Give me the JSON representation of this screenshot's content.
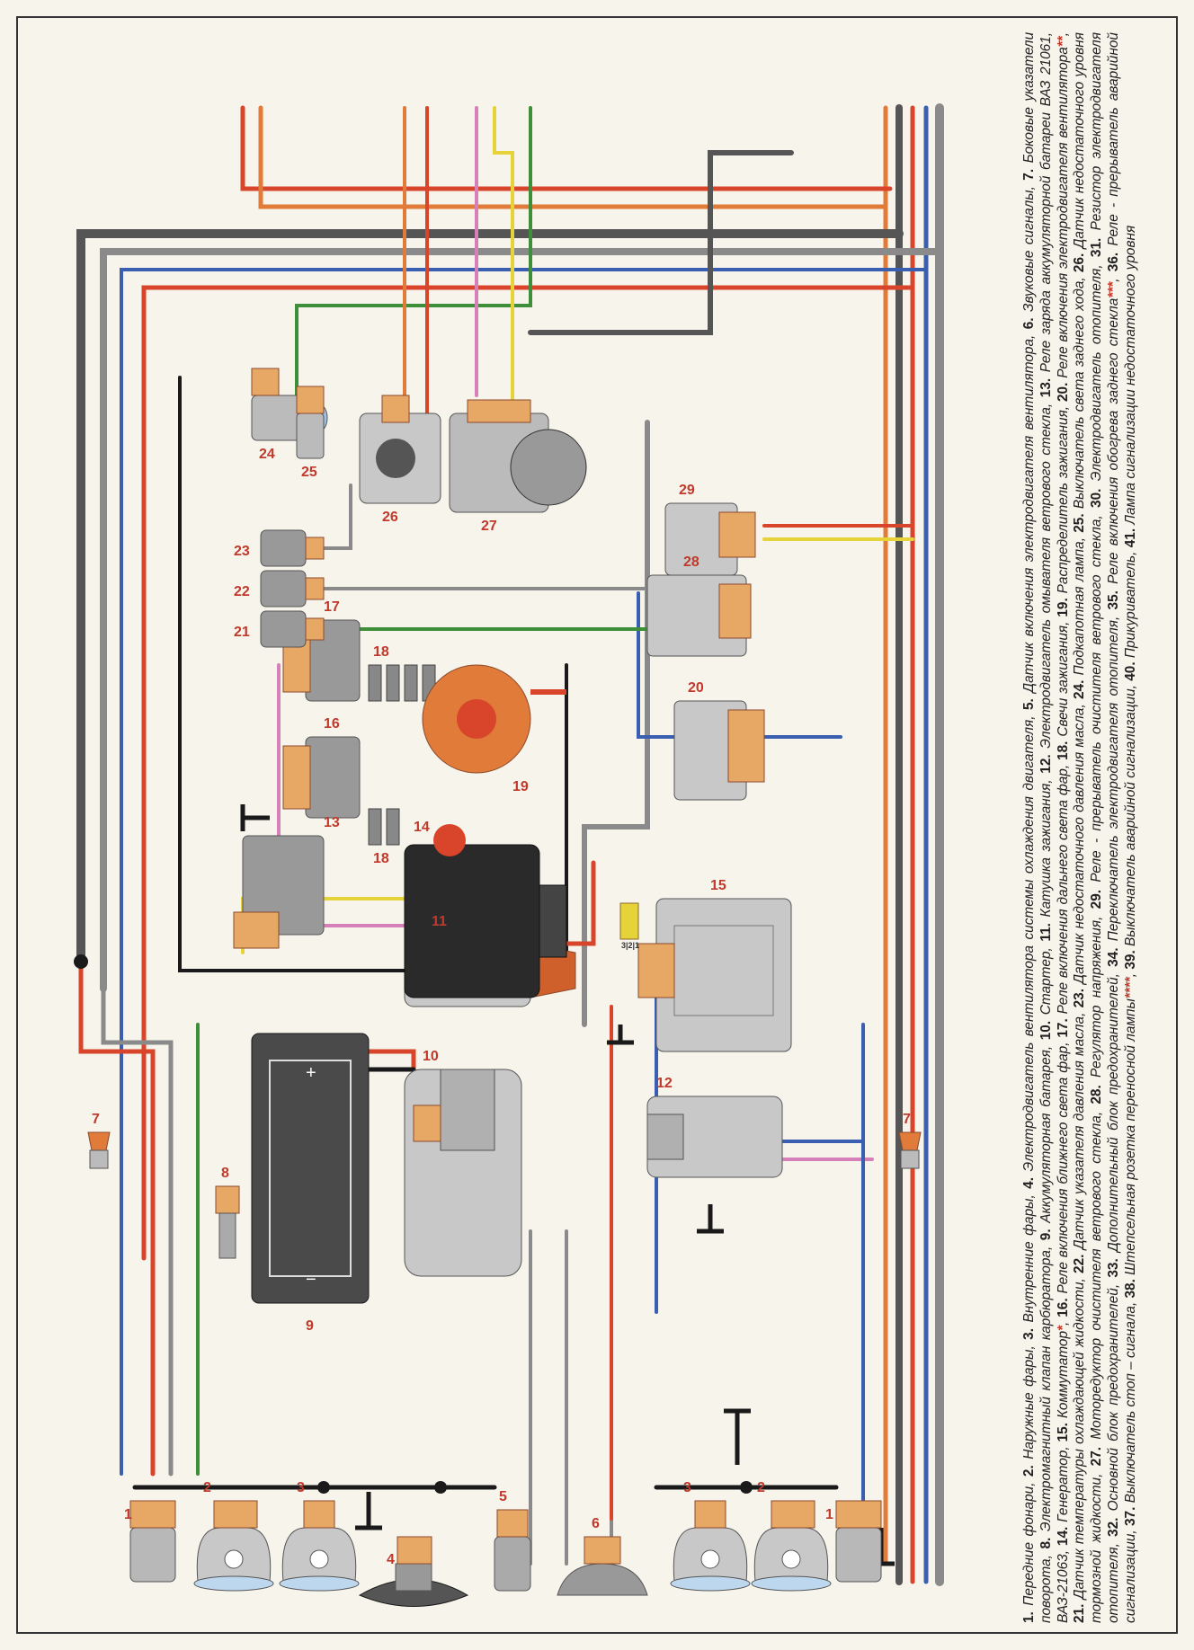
{
  "labels": {
    "c1a": "1",
    "c1b": "1",
    "c2a": "2",
    "c2b": "2",
    "c3a": "3",
    "c3b": "3",
    "c4": "4",
    "c5": "5",
    "c6": "6",
    "c7a": "7",
    "c7b": "7",
    "c8": "8",
    "c9": "9",
    "c10": "10",
    "c11": "11",
    "c12": "12",
    "c13": "13",
    "c14": "14",
    "c15": "15",
    "c16": "16",
    "c17": "17",
    "c18a": "18",
    "c18b": "18",
    "c19": "19",
    "c20": "20",
    "c21": "21",
    "c22": "22",
    "c23": "23",
    "c24": "24",
    "c25": "25",
    "c26": "26",
    "c27": "27",
    "c28": "28",
    "c29": "29",
    "conn321": "3|2|1"
  },
  "legend": [
    {
      "num": "1.",
      "text": "Передние фонари,"
    },
    {
      "num": "2.",
      "text": "Наружные фары,"
    },
    {
      "num": "3.",
      "text": "Внутренние фары,"
    },
    {
      "num": "4.",
      "text": "Электродвигатель вентилятора системы охлаждения двигателя,"
    },
    {
      "num": "5.",
      "text": "Датчик включения электродвигателя вентилятора,"
    },
    {
      "num": "6.",
      "text": "Звуковые сигналы,"
    },
    {
      "num": "7.",
      "text": "Боковые указатели поворота,"
    },
    {
      "num": "8.",
      "text": "Электромагнитный клапан карбюратора,"
    },
    {
      "num": "9.",
      "text": "Аккумуляторная батарея,"
    },
    {
      "num": "10.",
      "text": "Стартер,"
    },
    {
      "num": "11.",
      "text": "Катушка зажигания,"
    },
    {
      "num": "12.",
      "text": "Электродвигатель омывателя ветрового стекла,"
    },
    {
      "num": "13.",
      "text": "Реле заряда аккумуляторной батареи ВАЗ 21061, ВАЗ-21063,"
    },
    {
      "num": "14.",
      "text": "Генератор,"
    },
    {
      "num": "15.",
      "text": "Коммутатор",
      "ast": "*",
      "after": ","
    },
    {
      "num": "16.",
      "text": "Реле включения ближнего света фар,"
    },
    {
      "num": "17.",
      "text": "Реле включения дальнего света фар,"
    },
    {
      "num": "18.",
      "text": "Свечи зажигания,"
    },
    {
      "num": "19.",
      "text": "Распределитель зажигания,"
    },
    {
      "num": "20.",
      "text": "Реле включения электродвигателя вентилятора",
      "ast": "**",
      "after": ","
    },
    {
      "num": "21.",
      "text": "Датчик температуры охлаждающей жидкости,"
    },
    {
      "num": "22.",
      "text": "Датчик указателя давления масла,"
    },
    {
      "num": "23.",
      "text": "Датчик недостаточного давления масла,"
    },
    {
      "num": "24.",
      "text": "Подкапотная лампа,"
    },
    {
      "num": "25.",
      "text": "Выключатель света заднего хода,"
    },
    {
      "num": "26.",
      "text": "Датчик недостаточного уровня тормозной жидкости,"
    },
    {
      "num": "27.",
      "text": "Моторедуктор очистителя ветрового стекла,"
    },
    {
      "num": "28.",
      "text": "Регулятор напряжения,"
    },
    {
      "num": "29.",
      "text": "Реле - прерыватель очистителя ветрового стекла,"
    },
    {
      "num": "30.",
      "text": "Электродвигатель отопителя,"
    },
    {
      "num": "31.",
      "text": "Резистор электродвигателя отопителя,"
    },
    {
      "num": "32.",
      "text": "Основной блок предохранителей,"
    },
    {
      "num": "33.",
      "text": "Дополнительный блок предохранителей,"
    },
    {
      "num": "34.",
      "text": "Переключатель электродвигателя отопителя,"
    },
    {
      "num": "35.",
      "text": "Реле включения обогрева заднего стекла",
      "ast": "***",
      "after": ","
    },
    {
      "num": "36.",
      "text": "Реле - прерыватель аварийной сигнализации,"
    },
    {
      "num": "37.",
      "text": "Выключатель стоп – сигнала,"
    },
    {
      "num": "38.",
      "text": "Штепсельная розетка переносной лампы",
      "ast": "****",
      "after": ","
    },
    {
      "num": "39.",
      "text": "Выключатель аварийной сигнализации,"
    },
    {
      "num": "40.",
      "text": "Прикуриватель,"
    },
    {
      "num": "41.",
      "text": "Лампа сигнализации недостаточного уровня"
    }
  ],
  "colors": {
    "red": "#d9452b",
    "orange": "#e07b3a",
    "gray": "#8a8a8a",
    "darkgray": "#555555",
    "black": "#1a1a1a",
    "blue": "#3a5fb0",
    "green": "#3f8f3a",
    "yellow": "#e6d33a",
    "pink": "#d67fb8",
    "brown": "#8b4a2b",
    "connector": "#e8a865",
    "component": "#c8c8c8",
    "label": "#c0392b"
  },
  "icons": [
    "lamp-icon",
    "headlight-icon",
    "fan-icon",
    "sensor-icon",
    "horn-icon",
    "relay-icon",
    "coil-icon",
    "battery-icon",
    "starter-icon",
    "alternator-icon",
    "distributor-icon",
    "spark-plug-icon",
    "motor-icon",
    "ground-icon"
  ]
}
